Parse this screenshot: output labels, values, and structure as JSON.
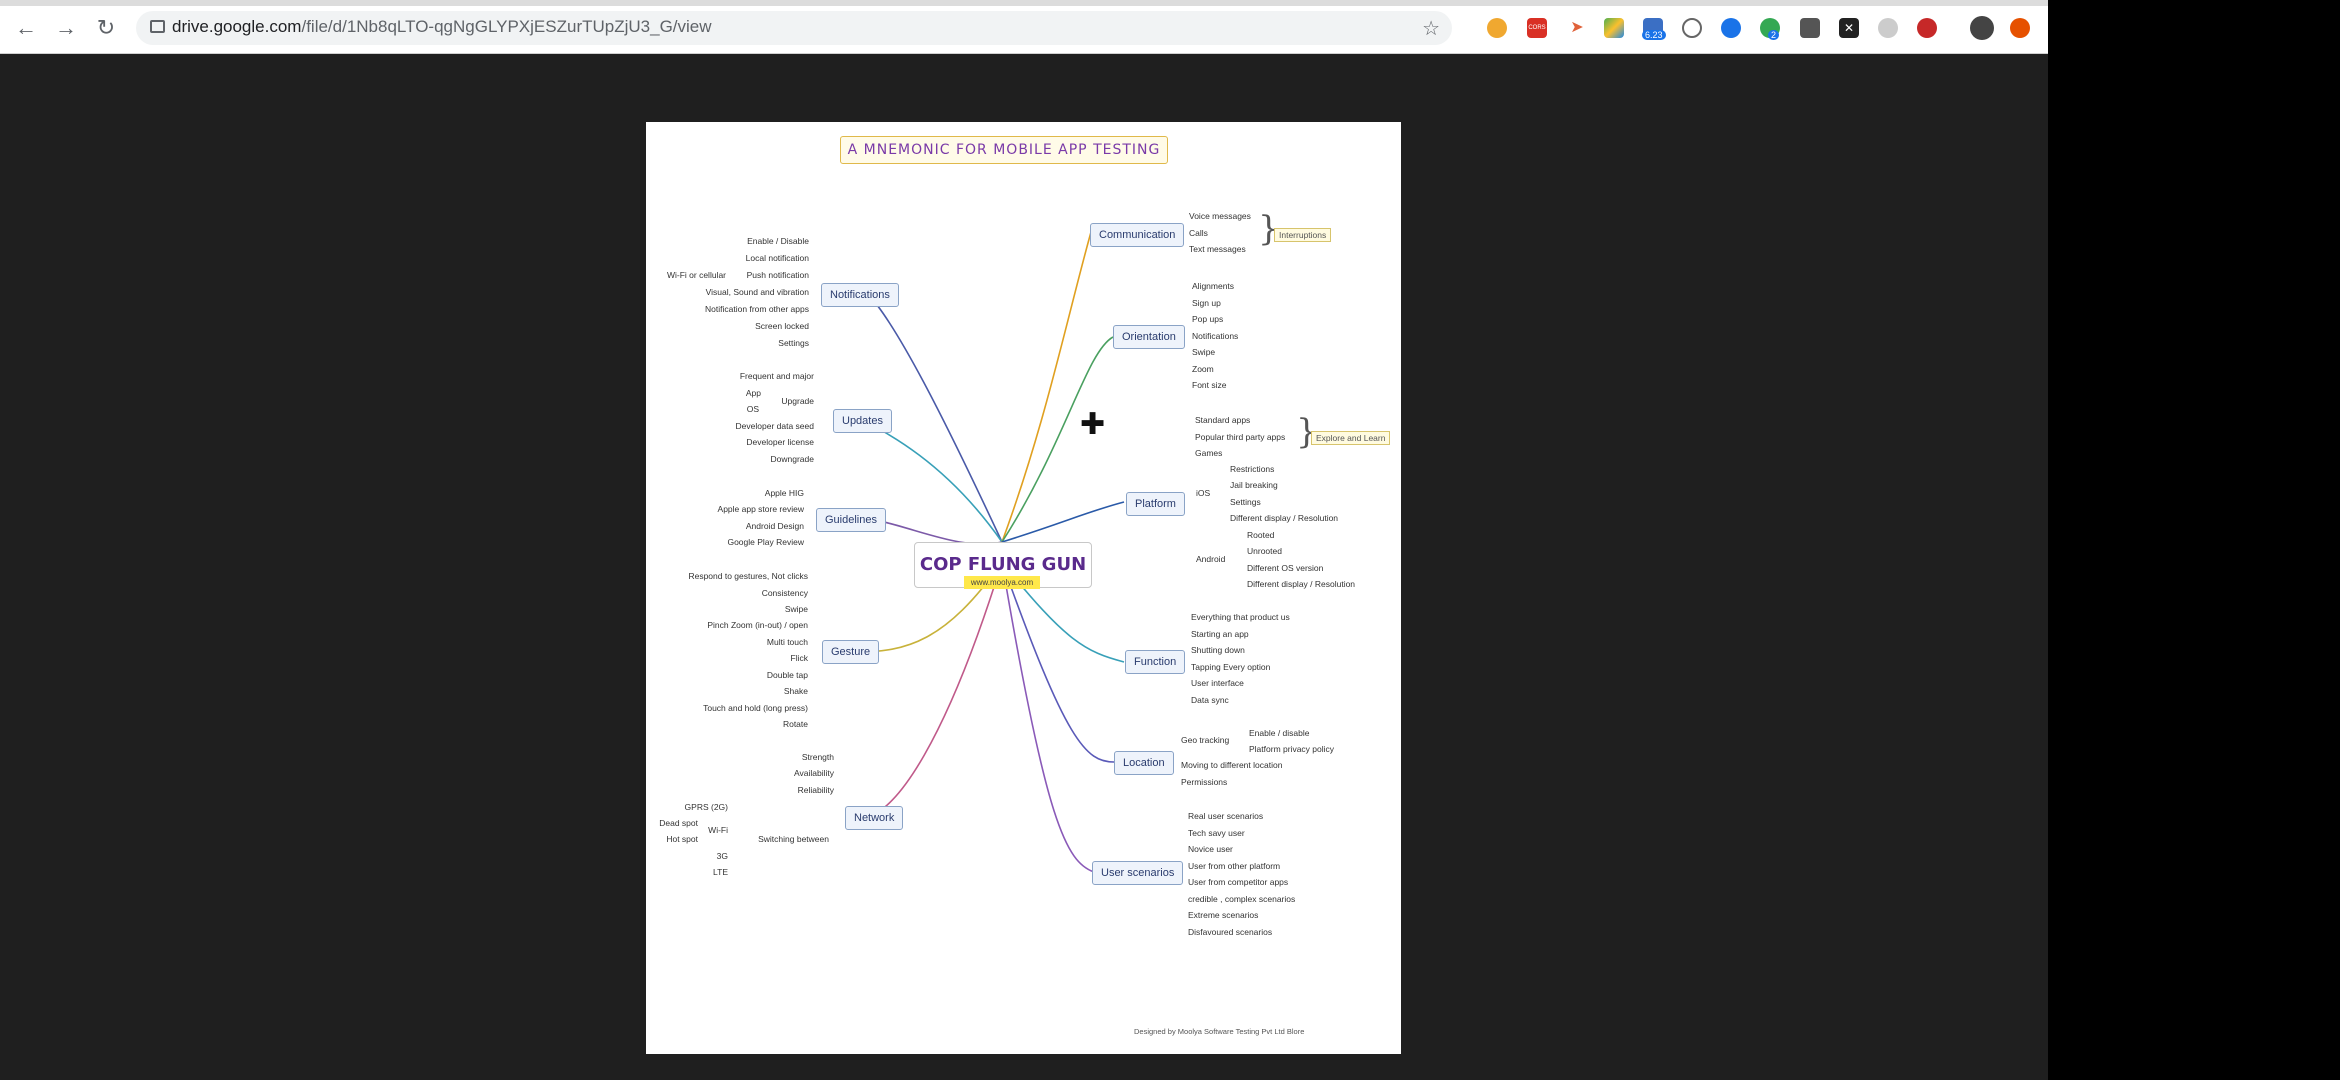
{
  "browser": {
    "url_host": "drive.google.com",
    "url_path": "/file/d/1Nb8qLTO-qgNgGLYPXjESZurTUpZjU3_G/view",
    "ext_badge_1": "6.23",
    "ext_badge_2": "2",
    "cors_label": "CORS"
  },
  "mindmap": {
    "title": "A MNEMONIC FOR MOBILE APP TESTING",
    "center": "COP FLUNG GUN",
    "center_url": "www.moolya.com",
    "credit": "Designed by Moolya Software Testing Pvt Ltd Blore",
    "left": {
      "notifications": {
        "label": "Notifications",
        "items": [
          "Enable / Disable",
          "Local notification",
          "Push notification",
          "Visual, Sound and vibration",
          "Notification  from other apps",
          "Screen locked",
          "Settings"
        ],
        "sub": "Wi-Fi or cellular"
      },
      "updates": {
        "label": "Updates",
        "items": [
          "Frequent and major",
          "App",
          "OS",
          "Upgrade",
          "Developer data seed",
          "Developer license",
          "Downgrade"
        ]
      },
      "guidelines": {
        "label": "Guidelines",
        "items": [
          "Apple HIG",
          "Apple app store review",
          "Android Design",
          "Google Play Review"
        ]
      },
      "gesture": {
        "label": "Gesture",
        "items": [
          "Respond to gestures, Not clicks",
          "Consistency",
          "Swipe",
          "Pinch Zoom (in-out) / open",
          "Multi touch",
          "Flick",
          "Double tap",
          "Shake",
          "Touch and hold (long press)",
          "Rotate"
        ]
      },
      "network": {
        "label": "Network",
        "items": [
          "Strength",
          "Availability",
          "Reliability",
          "Switching between",
          "GPRS (2G)",
          "Wi-Fi",
          "3G",
          "LTE",
          "Dead spot",
          "Hot spot"
        ]
      }
    },
    "right": {
      "communication": {
        "label": "Communication",
        "items": [
          "Voice messages",
          "Calls",
          "Text messages"
        ],
        "note": "Interruptions"
      },
      "orientation": {
        "label": "Orientation",
        "items": [
          "Alignments",
          "Sign up",
          "Pop ups",
          "Notifications",
          "Swipe",
          "Zoom",
          "Font size"
        ]
      },
      "platform": {
        "label": "Platform",
        "items": [
          "Standard apps",
          "Popular third party apps",
          "Games"
        ],
        "note": "Explore and Learn",
        "ios": "iOS",
        "ios_items": [
          "Restrictions",
          "Jail breaking",
          "Settings",
          "Different display / Resolution"
        ],
        "android": "Android",
        "android_items": [
          "Rooted",
          "Unrooted",
          "Different OS version",
          "Different display / Resolution"
        ]
      },
      "function": {
        "label": "Function",
        "items": [
          "Everything that product us",
          "Starting an app",
          "Shutting down",
          "Tapping Every option",
          "User interface",
          "Data sync"
        ]
      },
      "location": {
        "label": "Location",
        "items": [
          "Geo tracking",
          "Enable / disable",
          "Platform privacy policy",
          "Moving to different location",
          "Permissions"
        ]
      },
      "user_scenarios": {
        "label": "User scenarios",
        "items": [
          "Real user scenarios",
          "Tech savy user",
          "Novice user",
          "User from other platform",
          "User from competitor apps",
          "credible , complex scenarios",
          "Extreme scenarios",
          "Disfavoured scenarios"
        ]
      }
    }
  }
}
